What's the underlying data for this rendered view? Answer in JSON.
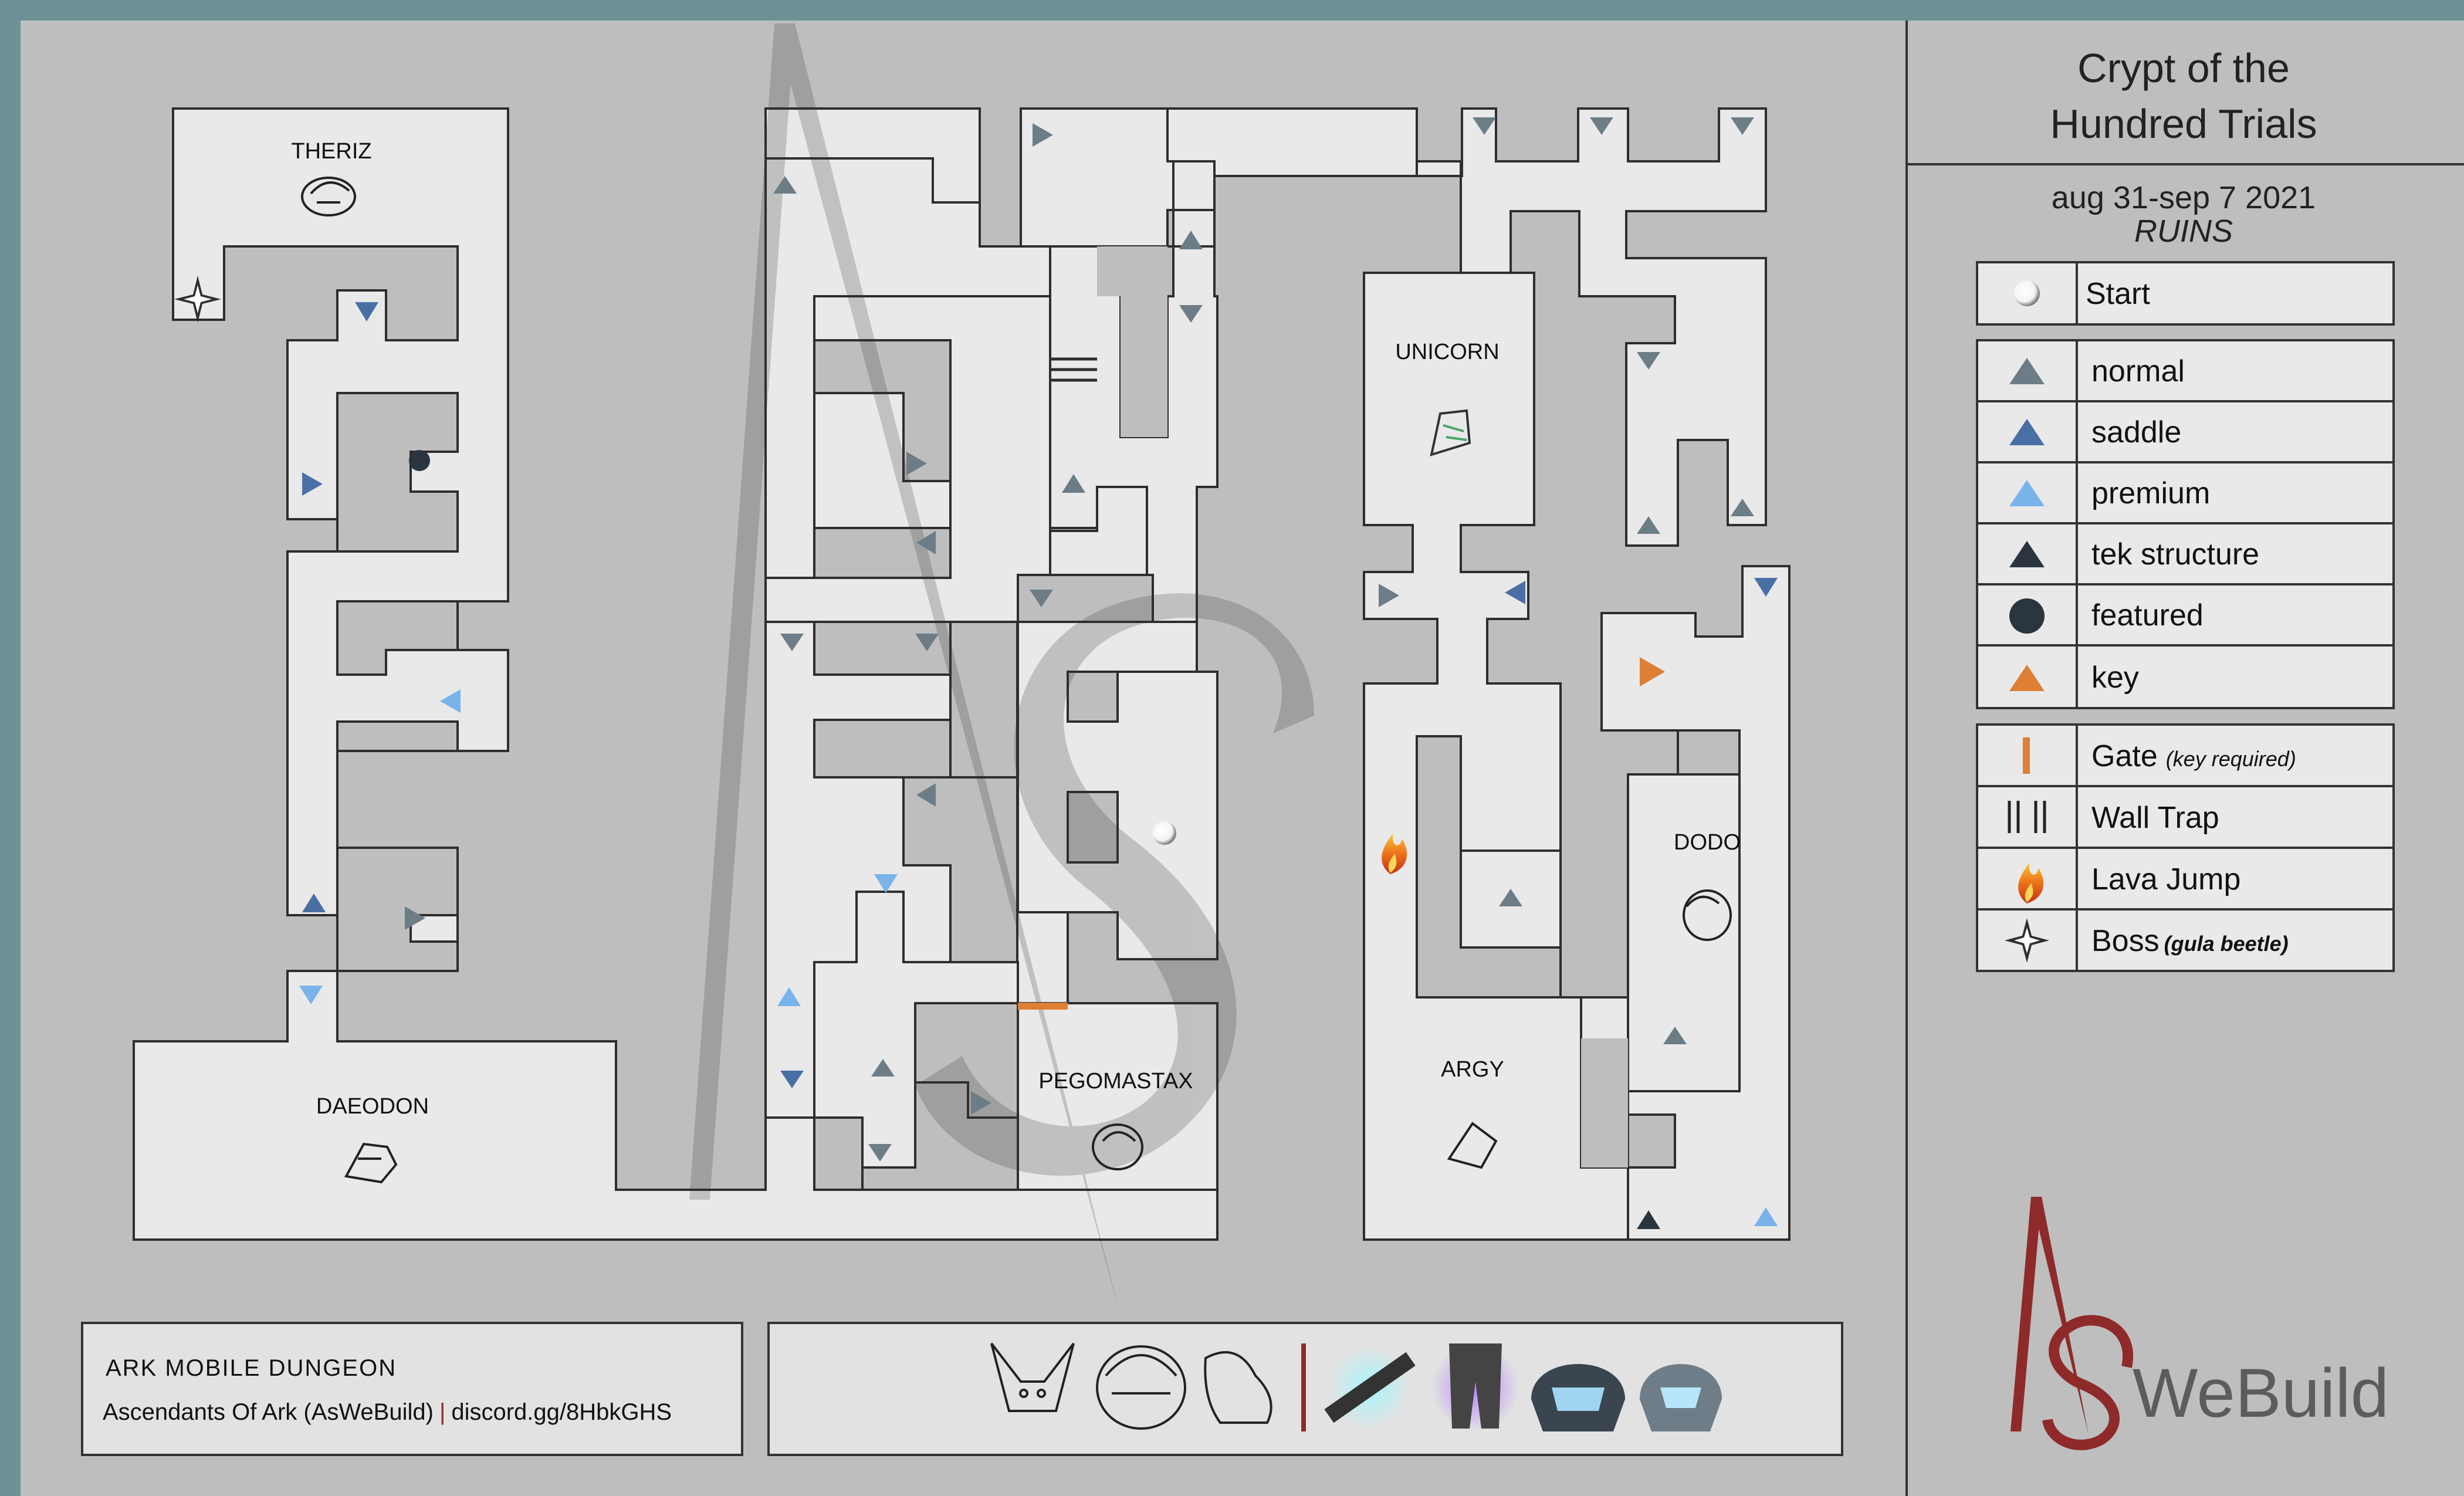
{
  "title": {
    "line1": "Crypt of the",
    "line2": "Hundred Trials"
  },
  "dates": "aug 31-sep 7 2021",
  "biome": "RUINS",
  "legend": {
    "start": "Start",
    "normal": "normal",
    "saddle": "saddle",
    "premium": "premium",
    "tek": "tek structure",
    "featured": "featured",
    "key": "key",
    "gate": "Gate",
    "gate_note": "(key required)",
    "walltrap": "Wall Trap",
    "lava": "Lava Jump",
    "boss": "Boss",
    "boss_note": "(gula beetle)"
  },
  "rooms": {
    "theriz": "THERIZ",
    "daeodon": "DAEODON",
    "pegomastax": "PEGOMASTAX",
    "unicorn": "UNICORN",
    "dodo": "DODO",
    "argy": "ARGY"
  },
  "footer": {
    "line1": "ARK MOBILE DUNGEON",
    "guild": "Ascendants Of Ark (AsWeBuild)",
    "discord": "discord.gg/8HbkGHS"
  },
  "logo_text": "WeBuild",
  "colors": {
    "frame": "#6e9196",
    "map_bg": "#bebebe",
    "corridor": "#e9e9e9",
    "normal": "#6d7d88",
    "saddle": "#4a6fa5",
    "premium": "#79b3ea",
    "tek": "#2a3540",
    "key": "#de7f34",
    "gate": "#de7f34",
    "logo": "#8e2a2a"
  }
}
